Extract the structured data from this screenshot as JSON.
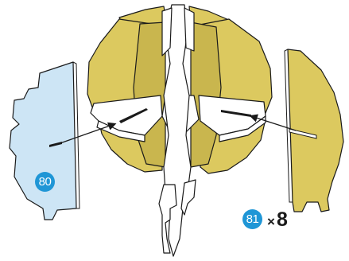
{
  "colors": {
    "blue_part": "#cde5f5",
    "yellow_part": "#dcc95f",
    "yellow_part_dark": "#c9b64e",
    "white_part": "#ffffff",
    "outline": "#1a1a1a",
    "badge": "#1f96d6"
  },
  "parts": {
    "left_part_number": "80",
    "right_part_number": "81",
    "quantity_sign": "×",
    "quantity_value": "8"
  }
}
